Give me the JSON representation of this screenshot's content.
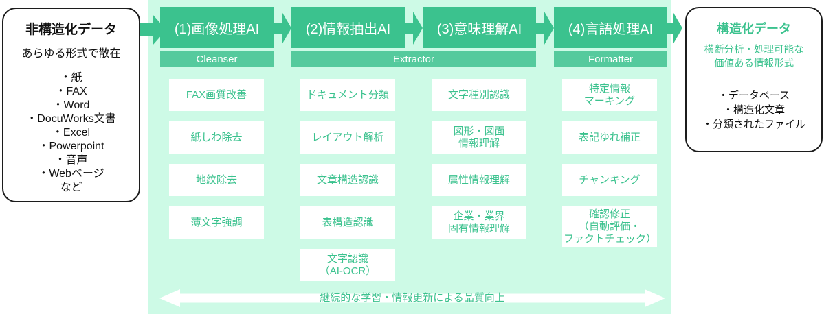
{
  "input": {
    "title": "非構造化データ",
    "subtitle": "あらゆる形式で散在",
    "items": [
      "・紙",
      "・FAX",
      "・Word",
      "・DocuWorks文書",
      "・Excel",
      "・Powerpoint",
      "・音声",
      "・Webページ",
      "など"
    ]
  },
  "pipeline": {
    "quality_note": "継続的な学習・情報更新による品質向上",
    "stages": [
      {
        "label": "Cleanser"
      },
      {
        "label": "Extractor"
      },
      {
        "label": "Formatter"
      }
    ],
    "columns": [
      {
        "header": "(1)画像処理AI",
        "items": [
          "FAX画質改善",
          "紙しわ除去",
          "地紋除去",
          "薄文字強調"
        ]
      },
      {
        "header": "(2)情報抽出AI",
        "items": [
          "ドキュメント分類",
          "レイアウト解析",
          "文章構造認識",
          "表構造認識",
          "文字認識\n（AI-OCR）"
        ]
      },
      {
        "header": "(3)意味理解AI",
        "items": [
          "文字種別認識",
          "図形・図面\n情報理解",
          "属性情報理解",
          "企業・業界\n固有情報理解"
        ]
      },
      {
        "header": "(4)言語処理AI",
        "items": [
          "特定情報\nマーキング",
          "表記ゆれ補正",
          "チャンキング",
          "確認修正\n（自動評価・\nファクトチェック）"
        ]
      }
    ]
  },
  "output": {
    "title": "構造化データ",
    "subtitle": "横断分析・処理可能な\n価値ある情報形式",
    "items": [
      "・データベース",
      "・構造化文章",
      "・分類されたファイル"
    ]
  },
  "colors": {
    "accent_green": "#3bc28e",
    "stage_green": "#55ca9d",
    "panel_bg": "#cdfae6"
  }
}
